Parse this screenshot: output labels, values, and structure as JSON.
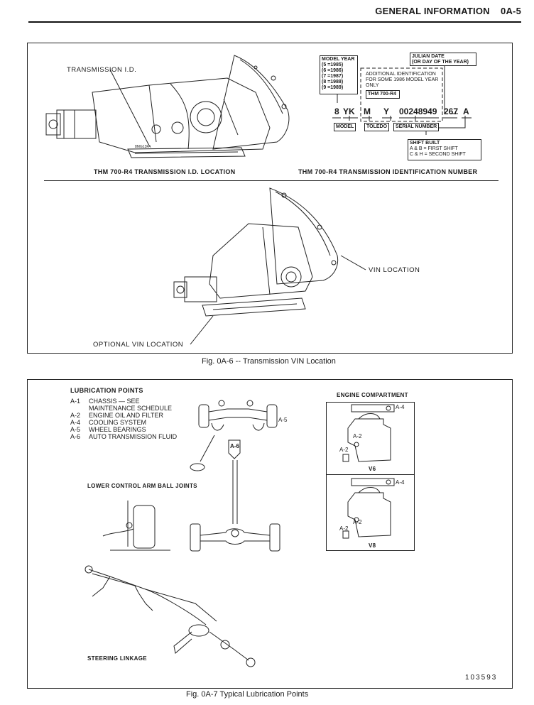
{
  "header": {
    "title": "GENERAL INFORMATION",
    "page": "0A-5"
  },
  "fig6": {
    "transmission_id_label": "TRANSMISSION I.D.",
    "id_location_caption": "THM 700-R4  TRANSMISSION I.D. LOCATION",
    "id_number_caption": "THM 700-R4  TRANSMISSION IDENTIFICATION NUMBER",
    "model_year": {
      "title": "MODEL YEAR",
      "lines": [
        "(5 =1985)",
        "(6 =1986)",
        "(7 =1987)",
        "(8 =1988)",
        "(9 =1989)"
      ]
    },
    "julian_date": {
      "title": "JULIAN DATE",
      "subtitle": "(OR DAY OF THE YEAR)"
    },
    "additional_id": [
      "ADDITIONAL IDENTIFICATION",
      "FOR SOME 1986 MODEL YEAR",
      "ONLY"
    ],
    "thm_box": "THM 700-R4",
    "code": {
      "year": "8",
      "model": "YK",
      "m": "M",
      "y": "Y",
      "serial": "00248949",
      "julian": "267",
      "shift": "A"
    },
    "model_label": "MODEL",
    "toledo_label": "TOLEDO",
    "serial_label": "SERIAL NUMBER",
    "shift_built": {
      "title": "SHIFT BUILT",
      "lines": [
        "A & B  =  FIRST SHIFT",
        "C & H  =  SECOND SHIFT"
      ]
    },
    "plate_text": "8MG13FA",
    "vin_location": "VIN LOCATION",
    "optional_vin_location": "OPTIONAL VIN LOCATION",
    "caption": "Fig. 0A-6 -- Transmission VIN Location"
  },
  "fig7": {
    "lubrication_title": "LUBRICATION POINTS",
    "points": [
      {
        "code": "A-1",
        "text": "CHASSIS — SEE"
      },
      {
        "code": "",
        "text": "MAINTENANCE SCHEDULE"
      },
      {
        "code": "A-2",
        "text": "ENGINE OIL AND FILTER"
      },
      {
        "code": "A-4",
        "text": "COOLING SYSTEM"
      },
      {
        "code": "A-5",
        "text": "WHEEL BEARINGS"
      },
      {
        "code": "A-6",
        "text": "AUTO TRANSMISSION FLUID"
      }
    ],
    "engine_compartment": "ENGINE COMPARTMENT",
    "v6": "V6",
    "v8": "V8",
    "a4": "A-4",
    "a2": "A-2",
    "a5": "A-5",
    "a6": "A-6",
    "lower_control_arm": "LOWER CONTROL ARM BALL JOINTS",
    "steering_linkage": "STEERING LINKAGE",
    "figure_number": "103593",
    "caption": "Fig. 0A-7 Typical Lubrication Points"
  }
}
